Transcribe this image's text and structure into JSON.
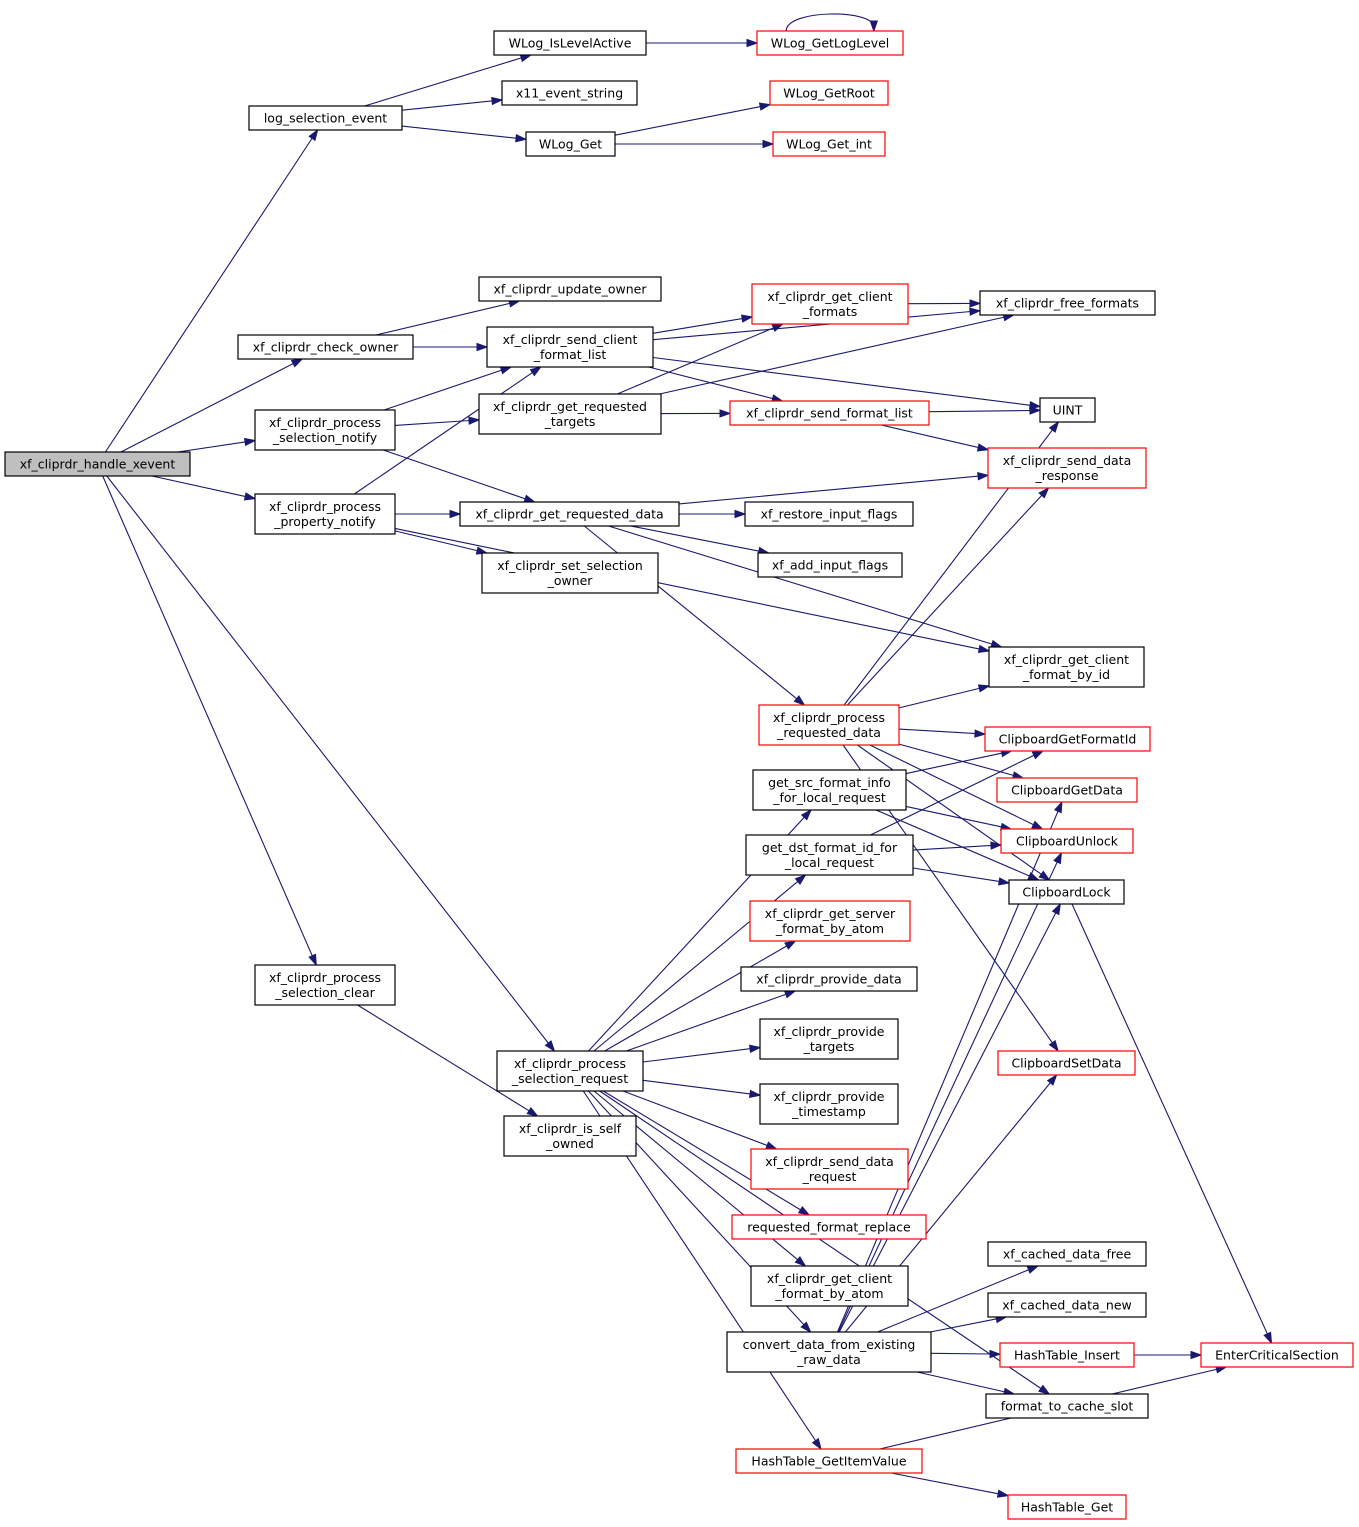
{
  "diagram": {
    "nodes": [
      {
        "id": "root",
        "lines": [
          "xf_cliprdr_handle_xevent"
        ],
        "style": "root"
      },
      {
        "id": "log_sel",
        "lines": [
          "log_selection_event"
        ],
        "style": "black"
      },
      {
        "id": "wlog_islevel",
        "lines": [
          "WLog_IsLevelActive"
        ],
        "style": "black"
      },
      {
        "id": "wlog_getlevel",
        "lines": [
          "WLog_GetLogLevel"
        ],
        "style": "red"
      },
      {
        "id": "x11_str",
        "lines": [
          "x11_event_string"
        ],
        "style": "black"
      },
      {
        "id": "wlog_getroot",
        "lines": [
          "WLog_GetRoot"
        ],
        "style": "red"
      },
      {
        "id": "wlog_get",
        "lines": [
          "WLog_Get"
        ],
        "style": "black"
      },
      {
        "id": "wlog_getint",
        "lines": [
          "WLog_Get_int"
        ],
        "style": "red"
      },
      {
        "id": "upd_owner",
        "lines": [
          "xf_cliprdr_update_owner"
        ],
        "style": "black"
      },
      {
        "id": "chk_owner",
        "lines": [
          "xf_cliprdr_check_owner"
        ],
        "style": "black"
      },
      {
        "id": "send_cfl",
        "lines": [
          "xf_cliprdr_send_client",
          "_format_list"
        ],
        "style": "black"
      },
      {
        "id": "get_cfmt",
        "lines": [
          "xf_cliprdr_get_client",
          "_formats"
        ],
        "style": "red"
      },
      {
        "id": "free_fmt",
        "lines": [
          "xf_cliprdr_free_formats"
        ],
        "style": "black"
      },
      {
        "id": "proc_sn",
        "lines": [
          "xf_cliprdr_process",
          "_selection_notify"
        ],
        "style": "black"
      },
      {
        "id": "get_rt",
        "lines": [
          "xf_cliprdr_get_requested",
          "_targets"
        ],
        "style": "black"
      },
      {
        "id": "send_fl",
        "lines": [
          "xf_cliprdr_send_format_list"
        ],
        "style": "red"
      },
      {
        "id": "uint",
        "lines": [
          "UINT"
        ],
        "style": "black"
      },
      {
        "id": "send_dr",
        "lines": [
          "xf_cliprdr_send_data",
          "_response"
        ],
        "style": "red"
      },
      {
        "id": "proc_pn",
        "lines": [
          "xf_cliprdr_process",
          "_property_notify"
        ],
        "style": "black"
      },
      {
        "id": "get_rd",
        "lines": [
          "xf_cliprdr_get_requested_data"
        ],
        "style": "black"
      },
      {
        "id": "restore_if",
        "lines": [
          "xf_restore_input_flags"
        ],
        "style": "black"
      },
      {
        "id": "set_so",
        "lines": [
          "xf_cliprdr_set_selection",
          "_owner"
        ],
        "style": "black"
      },
      {
        "id": "add_if",
        "lines": [
          "xf_add_input_flags"
        ],
        "style": "black"
      },
      {
        "id": "get_cfid",
        "lines": [
          "xf_cliprdr_get_client",
          "_format_by_id"
        ],
        "style": "black"
      },
      {
        "id": "proc_rd",
        "lines": [
          "xf_cliprdr_process",
          "_requested_data"
        ],
        "style": "red"
      },
      {
        "id": "cb_getfid",
        "lines": [
          "ClipboardGetFormatId"
        ],
        "style": "red"
      },
      {
        "id": "src_fi",
        "lines": [
          "get_src_format_info",
          "_for_local_request"
        ],
        "style": "black"
      },
      {
        "id": "cb_getdata",
        "lines": [
          "ClipboardGetData"
        ],
        "style": "red"
      },
      {
        "id": "dst_fid",
        "lines": [
          "get_dst_format_id_for",
          "_local_request"
        ],
        "style": "black"
      },
      {
        "id": "cb_unlock",
        "lines": [
          "ClipboardUnlock"
        ],
        "style": "red"
      },
      {
        "id": "cb_lock",
        "lines": [
          "ClipboardLock"
        ],
        "style": "black"
      },
      {
        "id": "get_sfa",
        "lines": [
          "xf_cliprdr_get_server",
          "_format_by_atom"
        ],
        "style": "red"
      },
      {
        "id": "proc_sc",
        "lines": [
          "xf_cliprdr_process",
          "_selection_clear"
        ],
        "style": "black"
      },
      {
        "id": "prov_data",
        "lines": [
          "xf_cliprdr_provide_data"
        ],
        "style": "black"
      },
      {
        "id": "prov_tg",
        "lines": [
          "xf_cliprdr_provide",
          "_targets"
        ],
        "style": "black"
      },
      {
        "id": "proc_sr",
        "lines": [
          "xf_cliprdr_process",
          "_selection_request"
        ],
        "style": "black"
      },
      {
        "id": "cb_setdata",
        "lines": [
          "ClipboardSetData"
        ],
        "style": "red"
      },
      {
        "id": "prov_ts",
        "lines": [
          "xf_cliprdr_provide",
          "_timestamp"
        ],
        "style": "black"
      },
      {
        "id": "is_self",
        "lines": [
          "xf_cliprdr_is_self",
          "_owned"
        ],
        "style": "black"
      },
      {
        "id": "send_dreq",
        "lines": [
          "xf_cliprdr_send_data",
          "_request"
        ],
        "style": "red"
      },
      {
        "id": "req_fr",
        "lines": [
          "requested_format_replace"
        ],
        "style": "red"
      },
      {
        "id": "cached_free",
        "lines": [
          "xf_cached_data_free"
        ],
        "style": "black"
      },
      {
        "id": "get_cfa",
        "lines": [
          "xf_cliprdr_get_client",
          "_format_by_atom"
        ],
        "style": "black"
      },
      {
        "id": "cached_new",
        "lines": [
          "xf_cached_data_new"
        ],
        "style": "black"
      },
      {
        "id": "conv_data",
        "lines": [
          "convert_data_from_existing",
          "_raw_data"
        ],
        "style": "black"
      },
      {
        "id": "ht_insert",
        "lines": [
          "HashTable_Insert"
        ],
        "style": "red"
      },
      {
        "id": "enter_cs",
        "lines": [
          "EnterCriticalSection"
        ],
        "style": "red"
      },
      {
        "id": "fmt_cache",
        "lines": [
          "format_to_cache_slot"
        ],
        "style": "black"
      },
      {
        "id": "ht_getiv",
        "lines": [
          "HashTable_GetItemValue"
        ],
        "style": "red"
      },
      {
        "id": "ht_get",
        "lines": [
          "HashTable_Get"
        ],
        "style": "red"
      }
    ],
    "edges": [
      [
        "root",
        "log_sel"
      ],
      [
        "root",
        "chk_owner"
      ],
      [
        "root",
        "proc_sn"
      ],
      [
        "root",
        "proc_pn"
      ],
      [
        "root",
        "proc_sc"
      ],
      [
        "root",
        "proc_sr"
      ],
      [
        "log_sel",
        "wlog_islevel"
      ],
      [
        "log_sel",
        "x11_str"
      ],
      [
        "log_sel",
        "wlog_get"
      ],
      [
        "wlog_islevel",
        "wlog_getlevel"
      ],
      [
        "wlog_getlevel",
        "wlog_getlevel"
      ],
      [
        "wlog_get",
        "wlog_getroot"
      ],
      [
        "wlog_get",
        "wlog_getint"
      ],
      [
        "chk_owner",
        "upd_owner"
      ],
      [
        "chk_owner",
        "send_cfl"
      ],
      [
        "send_cfl",
        "get_cfmt"
      ],
      [
        "send_cfl",
        "free_fmt"
      ],
      [
        "send_cfl",
        "uint"
      ],
      [
        "send_cfl",
        "send_fl"
      ],
      [
        "get_cfmt",
        "free_fmt"
      ],
      [
        "proc_sn",
        "send_cfl"
      ],
      [
        "proc_sn",
        "get_rt"
      ],
      [
        "proc_sn",
        "get_rd"
      ],
      [
        "get_rt",
        "get_cfmt"
      ],
      [
        "get_rt",
        "free_fmt"
      ],
      [
        "get_rt",
        "send_fl"
      ],
      [
        "send_fl",
        "uint"
      ],
      [
        "send_fl",
        "send_dr"
      ],
      [
        "proc_pn",
        "send_cfl"
      ],
      [
        "proc_pn",
        "get_rd"
      ],
      [
        "proc_pn",
        "set_so"
      ],
      [
        "proc_pn",
        "get_cfid"
      ],
      [
        "get_rd",
        "restore_if"
      ],
      [
        "get_rd",
        "add_if"
      ],
      [
        "get_rd",
        "send_dr"
      ],
      [
        "get_rd",
        "get_cfid"
      ],
      [
        "get_rd",
        "proc_rd"
      ],
      [
        "proc_rd",
        "uint"
      ],
      [
        "proc_rd",
        "send_dr"
      ],
      [
        "proc_rd",
        "get_cfid"
      ],
      [
        "proc_rd",
        "cb_getfid"
      ],
      [
        "proc_rd",
        "cb_getdata"
      ],
      [
        "proc_rd",
        "cb_unlock"
      ],
      [
        "proc_rd",
        "cb_lock"
      ],
      [
        "proc_rd",
        "cb_setdata"
      ],
      [
        "src_fi",
        "cb_getfid"
      ],
      [
        "src_fi",
        "cb_unlock"
      ],
      [
        "src_fi",
        "cb_lock"
      ],
      [
        "dst_fid",
        "cb_getfid"
      ],
      [
        "dst_fid",
        "cb_unlock"
      ],
      [
        "dst_fid",
        "cb_lock"
      ],
      [
        "cb_lock",
        "enter_cs"
      ],
      [
        "proc_sc",
        "is_self"
      ],
      [
        "proc_sr",
        "src_fi"
      ],
      [
        "proc_sr",
        "dst_fid"
      ],
      [
        "proc_sr",
        "get_sfa"
      ],
      [
        "proc_sr",
        "prov_data"
      ],
      [
        "proc_sr",
        "prov_tg"
      ],
      [
        "proc_sr",
        "prov_ts"
      ],
      [
        "proc_sr",
        "send_dreq"
      ],
      [
        "proc_sr",
        "req_fr"
      ],
      [
        "proc_sr",
        "get_cfa"
      ],
      [
        "proc_sr",
        "conv_data"
      ],
      [
        "proc_sr",
        "fmt_cache"
      ],
      [
        "proc_sr",
        "ht_getiv"
      ],
      [
        "conv_data",
        "cb_getdata"
      ],
      [
        "conv_data",
        "cb_unlock"
      ],
      [
        "conv_data",
        "cb_lock"
      ],
      [
        "conv_data",
        "cb_setdata"
      ],
      [
        "conv_data",
        "cached_free"
      ],
      [
        "conv_data",
        "cached_new"
      ],
      [
        "conv_data",
        "ht_insert"
      ],
      [
        "conv_data",
        "fmt_cache"
      ],
      [
        "ht_insert",
        "enter_cs"
      ],
      [
        "ht_getiv",
        "enter_cs"
      ],
      [
        "ht_getiv",
        "ht_get"
      ]
    ]
  }
}
